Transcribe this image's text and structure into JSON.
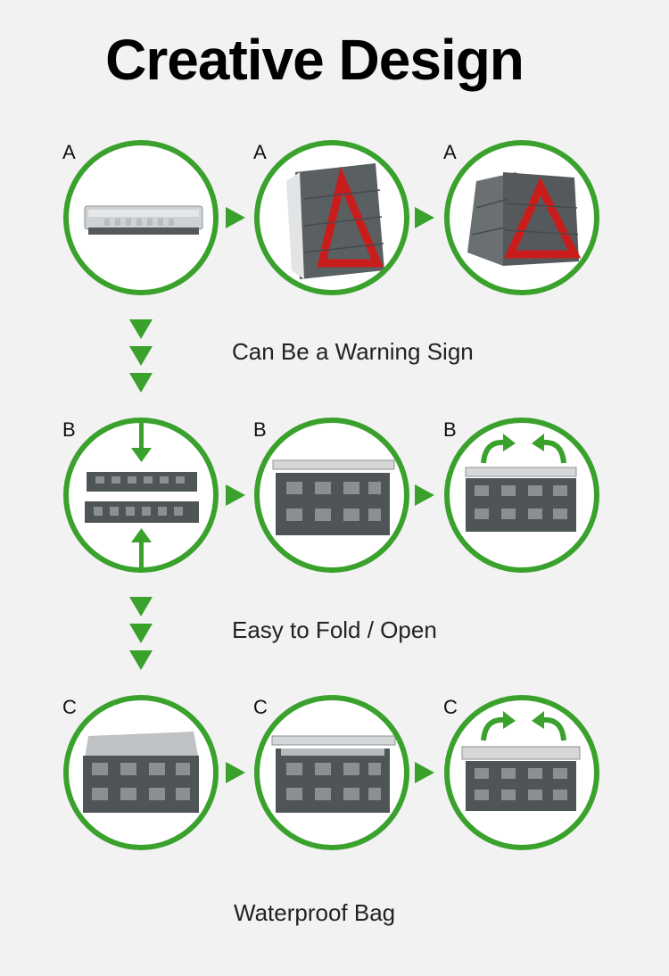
{
  "title": "Creative Design",
  "rows": [
    {
      "letter": "A",
      "caption": "Can Be a Warning Sign"
    },
    {
      "letter": "B",
      "caption": "Easy to Fold / Open"
    },
    {
      "letter": "C",
      "caption": "Waterproof Bag"
    }
  ],
  "colors": {
    "accent": "#3aa12d",
    "crate": "#4f5457",
    "lid": "#cfd2d4",
    "warning": "#c91d1d"
  }
}
